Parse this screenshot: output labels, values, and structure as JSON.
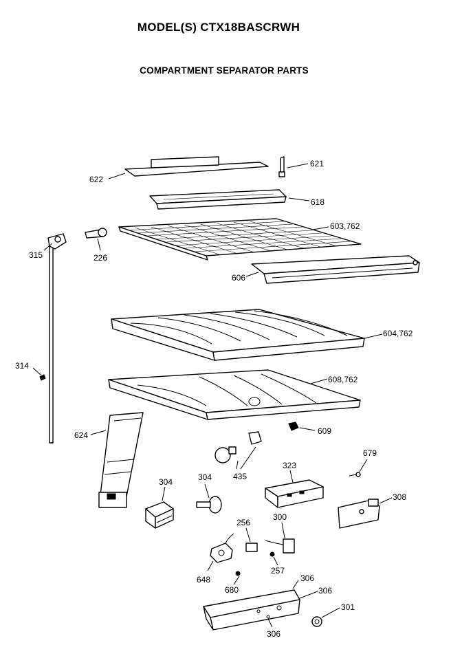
{
  "header": {
    "model": "MODEL(S) CTX18BASCRWH",
    "subtitle": "COMPARTMENT SEPARATOR PARTS"
  },
  "callouts": {
    "c621": "621",
    "c622": "622",
    "c618": "618",
    "c603": "603,762",
    "c315": "315",
    "c226": "226",
    "c606": "606",
    "c604": "604,762",
    "c314": "314",
    "c608": "608,762",
    "c609": "609",
    "c624": "624",
    "c435": "435",
    "c679": "679",
    "c323": "323",
    "c304a": "304",
    "c304b": "304",
    "c308": "308",
    "c300": "300",
    "c256": "256",
    "c257": "257",
    "c648": "648",
    "c680": "680",
    "c306a": "306",
    "c306b": "306",
    "c306c": "306",
    "c301": "301"
  }
}
